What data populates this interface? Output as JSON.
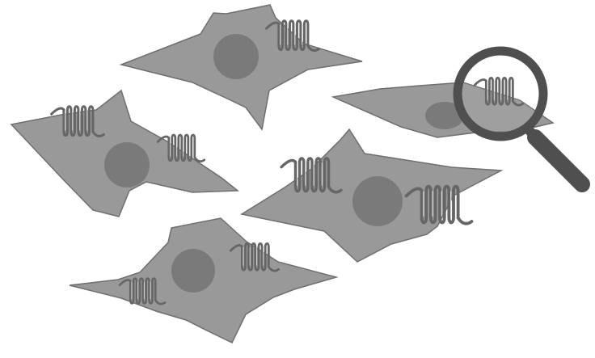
{
  "figure": {
    "background_color": "#ffffff",
    "cell_fill_color": "#999999",
    "cell_stroke_color": "#6f6f6f",
    "nucleus_color": "#7a7a7a",
    "receptor_color": "#6a6a6a",
    "magnifier_color": "#4f4f4f",
    "cells": [
      {
        "id": "cell-top",
        "receptors": 1
      },
      {
        "id": "cell-left",
        "receptors": 2
      },
      {
        "id": "cell-right-spindle",
        "receptors": 1
      },
      {
        "id": "cell-middle-right",
        "receptors": 2
      },
      {
        "id": "cell-bottom",
        "receptors": 2
      }
    ],
    "magnifier": {
      "icon": "magnifying-glass-icon"
    }
  }
}
